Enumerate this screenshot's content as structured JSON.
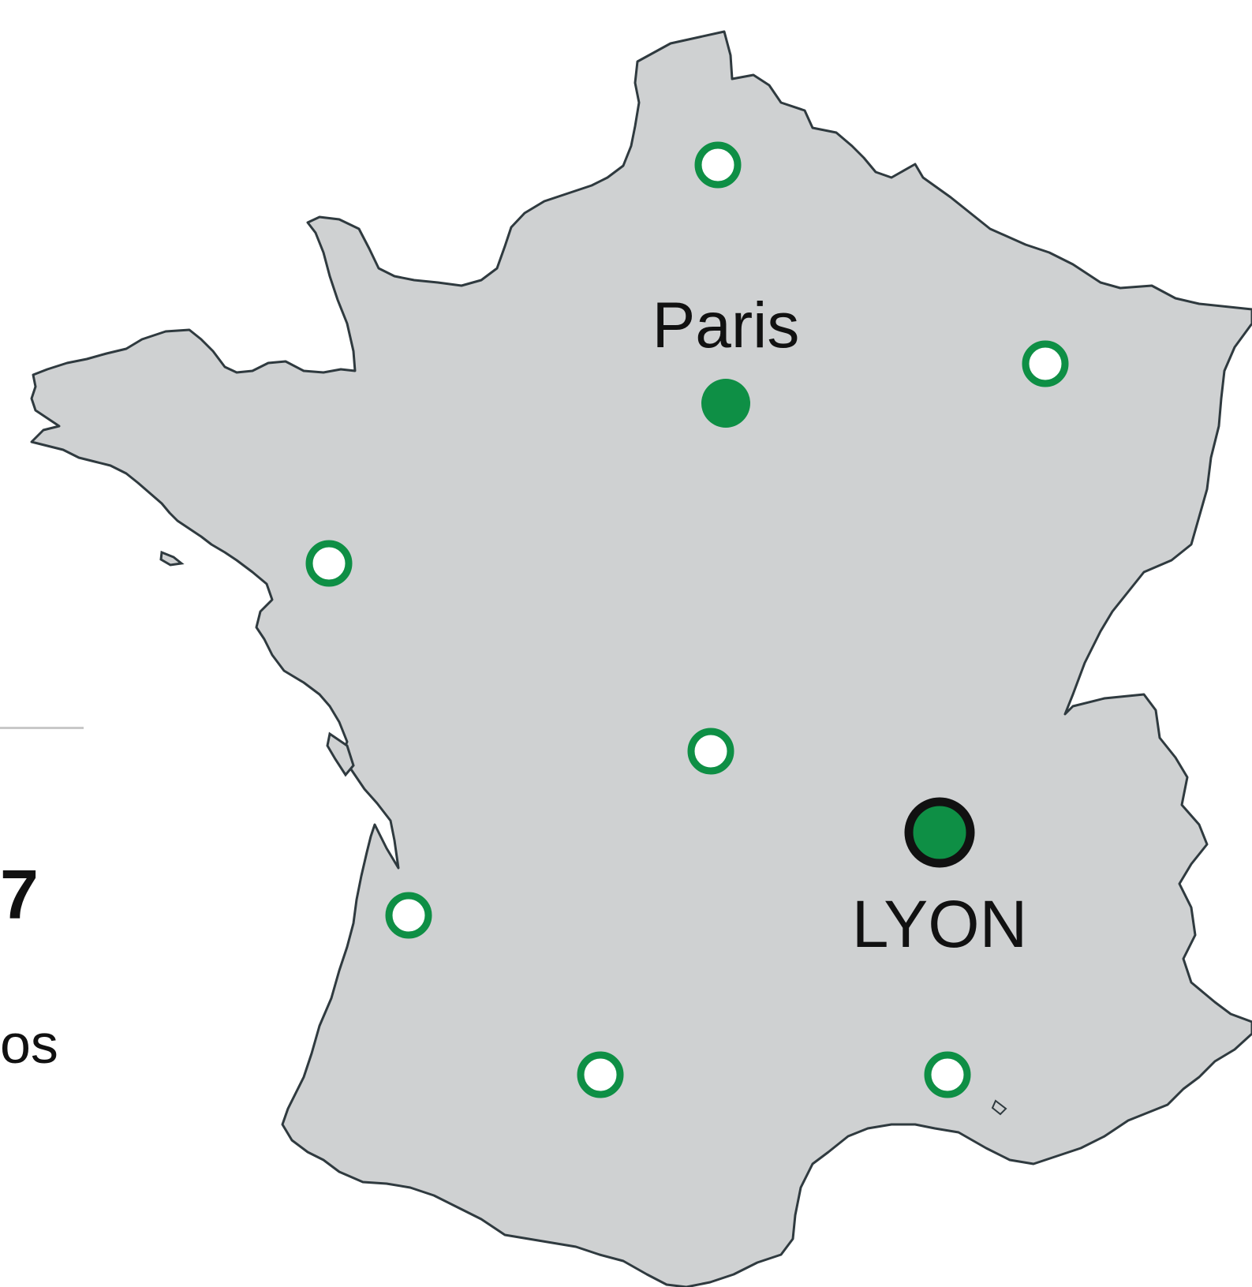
{
  "cities": {
    "paris": {
      "label": "Paris",
      "marker": "filled"
    },
    "lyon": {
      "label": "LYON",
      "marker": "highlighted"
    }
  },
  "other_markers": [
    {
      "name": "marker-north"
    },
    {
      "name": "marker-northeast"
    },
    {
      "name": "marker-west"
    },
    {
      "name": "marker-center"
    },
    {
      "name": "marker-southwest"
    },
    {
      "name": "marker-south"
    },
    {
      "name": "marker-southeast"
    }
  ],
  "left_text": {
    "fragment_top": "7",
    "fragment_bottom": "os"
  },
  "colors": {
    "land": "#cfd1d2",
    "border": "#2f3a3f",
    "marker_green": "#0e8f45",
    "marker_outline": "#111111",
    "divider": "#c8c8c8"
  }
}
